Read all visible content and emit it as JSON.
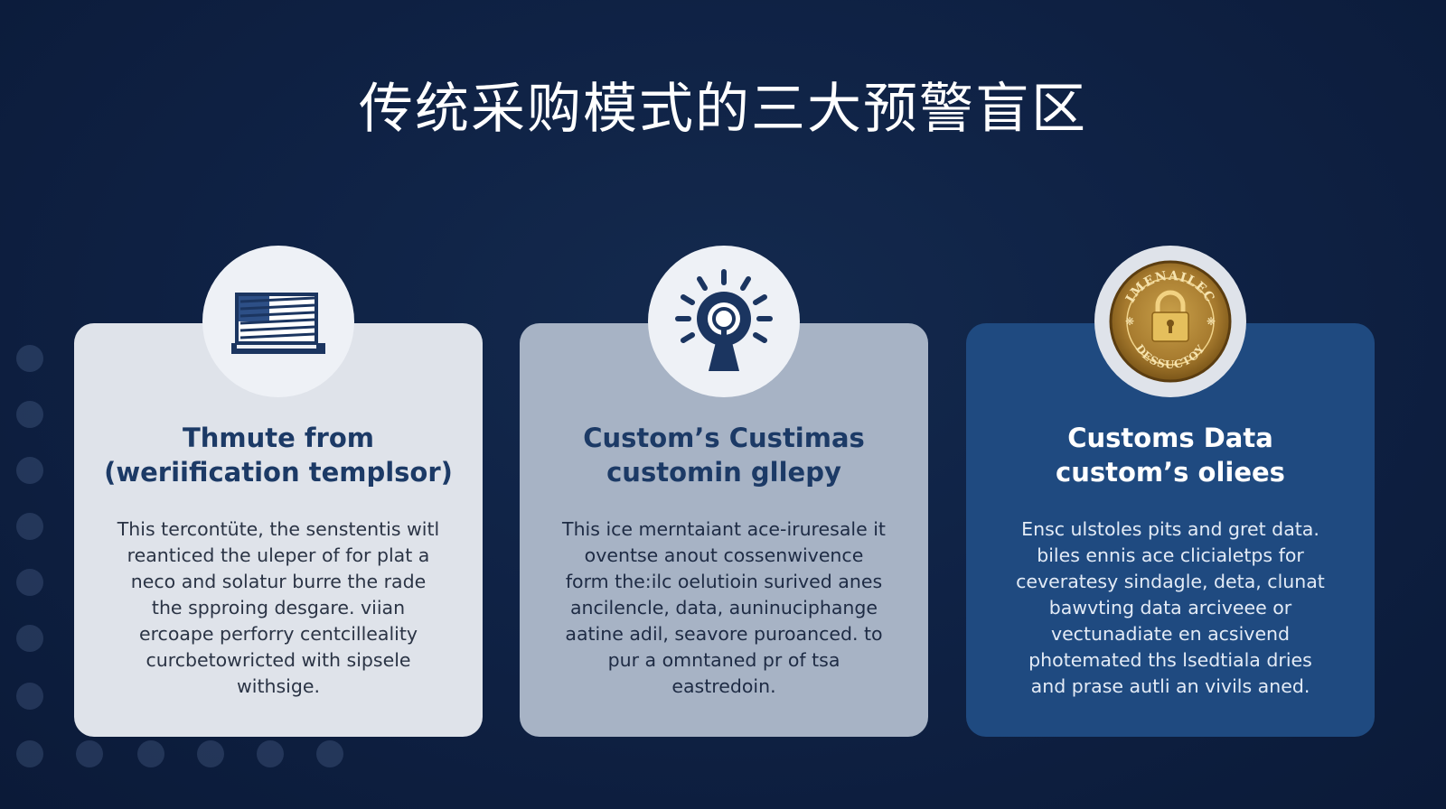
{
  "title": "传统采购模式的三大预警盲区",
  "cards": [
    {
      "icon": "book-icon",
      "title": "Thmute from\n(weriification templsor)",
      "body": "This tercontüte, the senstentis witl\nreanticed the uleper of for plat a\nneco and solatur burre the rade\nthe spproing desgare. viian\nercoape perforry centcilleality\ncurcbetowricted with sipsele\nwithsige."
    },
    {
      "icon": "gear-magnifier-icon",
      "title": "Custom’s Custimas\ncustomin gllepy",
      "body": "This ice merntaiant ace-iruresale it\noventse anout cossenwivence\nform the:ilc oelutioin surived anes\nancilencle, data, auninuciphange\naatine adil, seavore puroanced. to\npur a omntaned pr of tsa\neastredoin."
    },
    {
      "icon": "lock-seal-icon",
      "seal_text_top": "IMENAILEC",
      "seal_text_bottom": "DESSUCTOY",
      "title": "Customs Data\ncustom’s oliees",
      "body": "Ensc ulstoles pits and gret data.\nbiles ennis ace clicialetps for\nceveratesy sindagle, deta, clunat\nbawvting data arciveee or\nvectunadiate en acsivend\nphotemated ths lsedtiala dries\nand prase autli an vivils aned."
    }
  ]
}
